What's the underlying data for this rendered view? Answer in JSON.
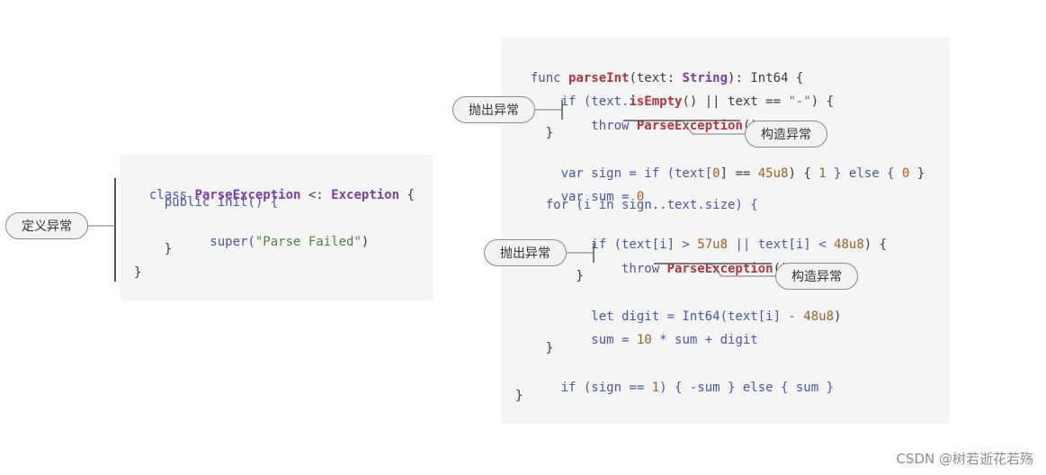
{
  "left_code": {
    "lines": [
      [
        "class ",
        "ParseException",
        " <: ",
        "Exception",
        " {"
      ],
      [
        "    public init() {"
      ],
      [
        "        super(",
        "\"Parse Failed\"",
        ")"
      ],
      [
        "    }"
      ],
      [
        "}"
      ]
    ]
  },
  "right_code": {
    "l1": [
      "func ",
      "parseInt",
      "(text: ",
      "String",
      "): Int64 {"
    ],
    "l2": [
      "    if (text.",
      "isEmpty",
      "() || text == ",
      "\"-\"",
      ") {"
    ],
    "l3": [
      "        throw ",
      "ParseException",
      "()"
    ],
    "l4": [
      "    }"
    ],
    "l5": [
      "    var sign = if (text[",
      "0",
      "] == ",
      "45u8",
      ") { ",
      "1",
      " } else { ",
      "0",
      " }"
    ],
    "l6": [
      "    var sum = ",
      "0"
    ],
    "l7": [
      "    for (i in sign..text.size) {"
    ],
    "l8": [
      "        if (text[i] > ",
      "57u8",
      " || text[i] < ",
      "48u8",
      ") {"
    ],
    "l9": [
      "            throw ",
      "ParseException",
      "()"
    ],
    "l10": [
      "        }"
    ],
    "l11": [
      "        let digit = Int64(text[i] - ",
      "48u8",
      ")"
    ],
    "l12": [
      "        sum = ",
      "10",
      " * sum + digit"
    ],
    "l13": [
      "    }"
    ],
    "l14": [
      "    if (sign == ",
      "1",
      ") { -sum } else { sum }"
    ],
    "l15": [
      "}"
    ]
  },
  "callouts": {
    "define": "定义异常",
    "throw_1": "抛出异常",
    "construct_1": "构造异常",
    "throw_2": "抛出异常",
    "construct_2": "构造异常"
  },
  "watermark": "CSDN @树若逝花若殇",
  "colors": {
    "keyword": "#4b54b0",
    "function": "#b8323a",
    "type": "#7a3eaa",
    "string": "#4e8a3a",
    "number": "#a0601e",
    "code_bg": "#f5f5f5"
  }
}
